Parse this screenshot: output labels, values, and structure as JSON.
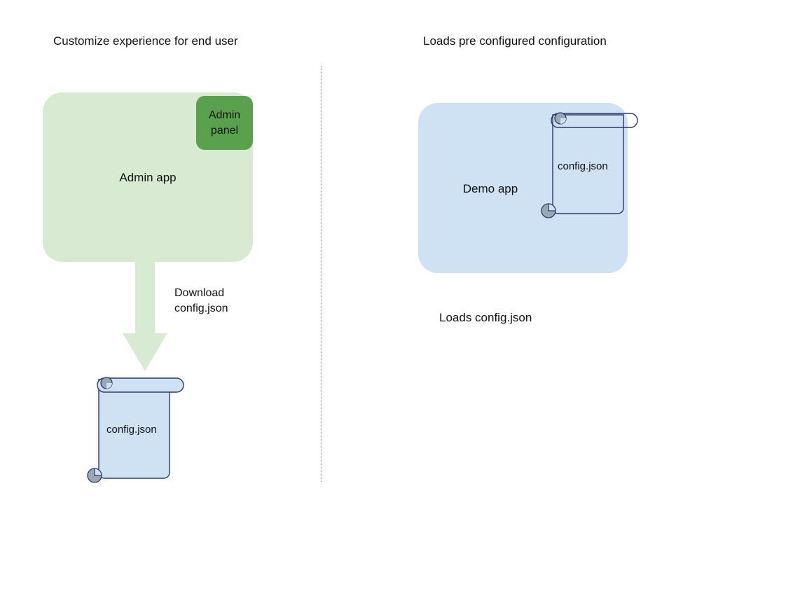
{
  "diagram": {
    "background": "#ffffff",
    "columns": {
      "left": {
        "heading": "Customize experience for end user",
        "app_box": {
          "label": "Admin app",
          "fill": "#d9ead3"
        },
        "badge": {
          "label": "Admin\npanel",
          "fill": "#59a14d"
        },
        "arrow": {
          "label": "Download\nconfig.json",
          "fill": "#d9ead3",
          "direction": "down"
        },
        "document": {
          "label": "config.json",
          "fill": "#cfe2f3",
          "stroke": "#2b3a67",
          "curl_fill": "#9aa7b5"
        }
      },
      "right": {
        "heading": "Loads pre configured configuration",
        "app_box": {
          "label": "Demo app",
          "fill": "#cfe2f3"
        },
        "document": {
          "label": "config.json",
          "fill": "transparent",
          "stroke": "#2b3a67",
          "curl_fill": "#9aa7b5"
        },
        "caption": "Loads config.json"
      }
    },
    "divider": {
      "style": "dotted",
      "color": "#9a9a9a"
    }
  }
}
